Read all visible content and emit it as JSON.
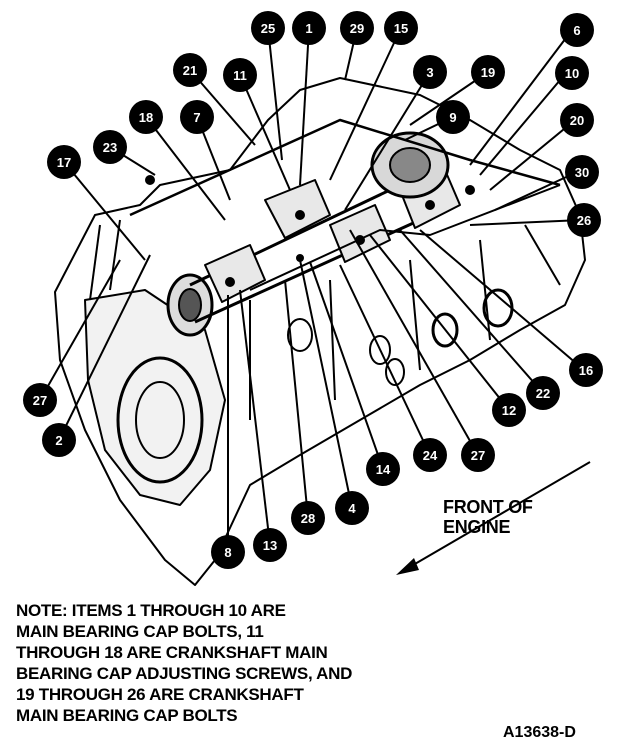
{
  "diagram": {
    "callouts": [
      {
        "label": "25"
      },
      {
        "label": "1"
      },
      {
        "label": "29"
      },
      {
        "label": "15"
      },
      {
        "label": "6"
      },
      {
        "label": "21"
      },
      {
        "label": "11"
      },
      {
        "label": "3"
      },
      {
        "label": "19"
      },
      {
        "label": "10"
      },
      {
        "label": "18"
      },
      {
        "label": "7"
      },
      {
        "label": "9"
      },
      {
        "label": "20"
      },
      {
        "label": "23"
      },
      {
        "label": "17"
      },
      {
        "label": "30"
      },
      {
        "label": "26"
      },
      {
        "label": "16"
      },
      {
        "label": "22"
      },
      {
        "label": "27"
      },
      {
        "label": "12"
      },
      {
        "label": "2"
      },
      {
        "label": "24"
      },
      {
        "label": "27"
      },
      {
        "label": "14"
      },
      {
        "label": "4"
      },
      {
        "label": "28"
      },
      {
        "label": "13"
      },
      {
        "label": "8"
      }
    ],
    "front_label": [
      "FRONT OF",
      "ENGINE"
    ],
    "note": [
      "NOTE: ITEMS 1 THROUGH 10 ARE",
      "MAIN BEARING CAP BOLTS, 11",
      "THROUGH 18 ARE CRANKSHAFT MAIN",
      "BEARING CAP ADJUSTING SCREWS, AND",
      "19 THROUGH 26 ARE CRANKSHAFT",
      "MAIN BEARING CAP BOLTS"
    ],
    "figure_id": "A13638-D"
  }
}
